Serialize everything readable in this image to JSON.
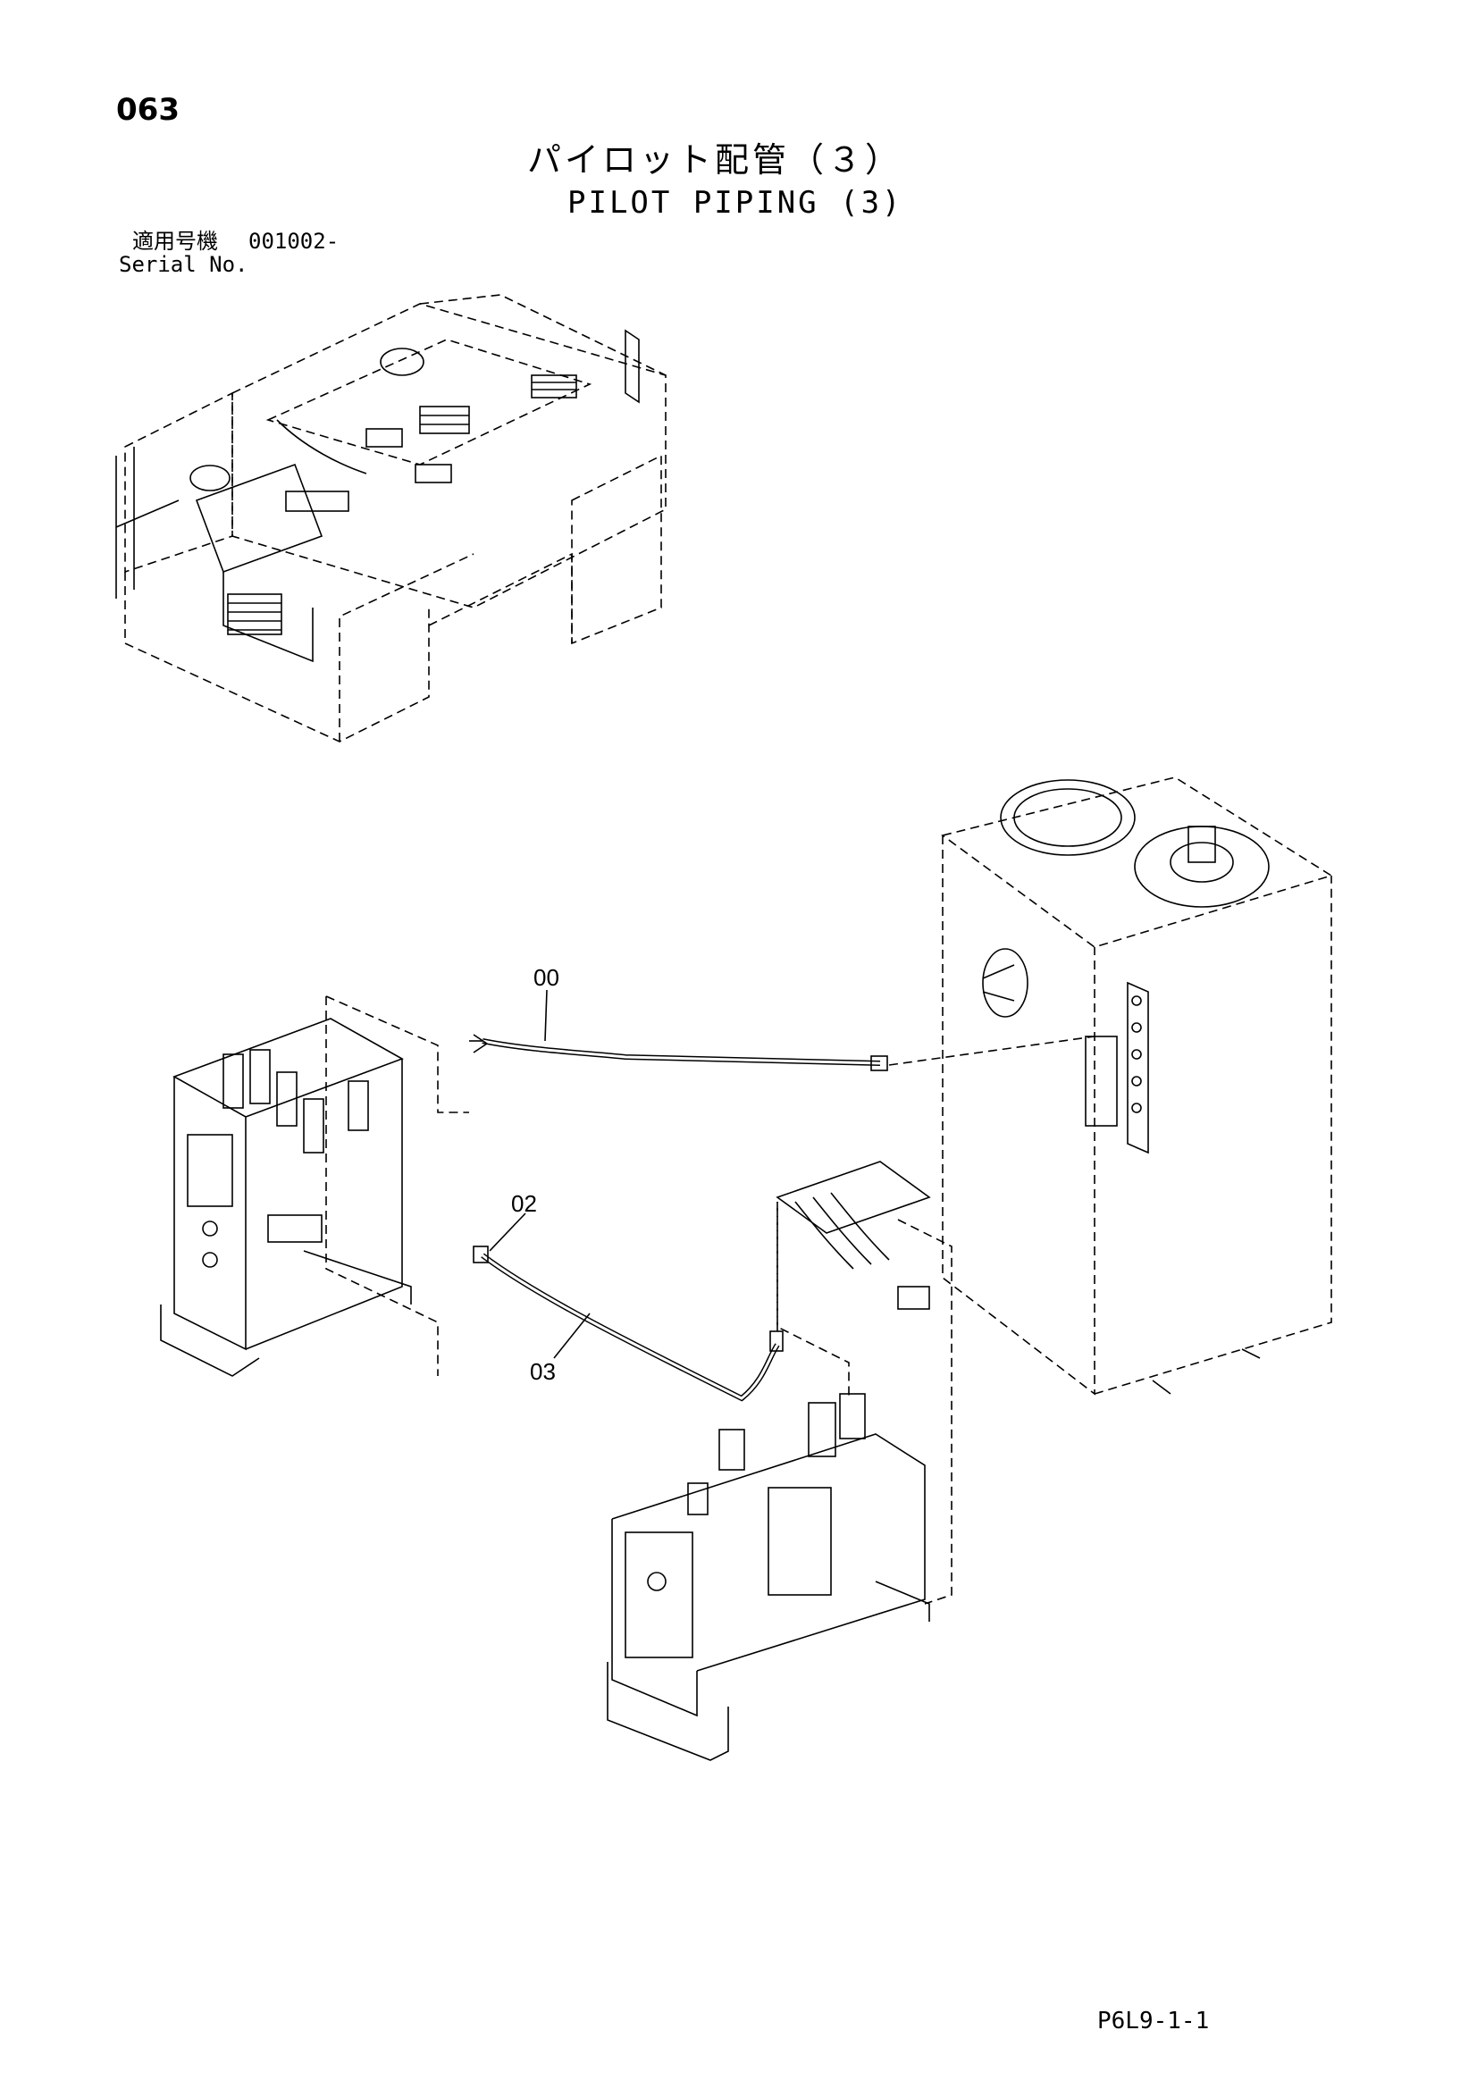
{
  "header": {
    "page_number": "063",
    "title_jp": "パイロット配管（３）",
    "title_en": "PILOT PIPING (3)",
    "serial_label_jp": "適用号機",
    "serial_number": "001002-",
    "serial_label_en": "Serial No."
  },
  "callouts": [
    "00",
    "02",
    "03"
  ],
  "footer": {
    "drawing_code": "P6L9-1-1"
  }
}
